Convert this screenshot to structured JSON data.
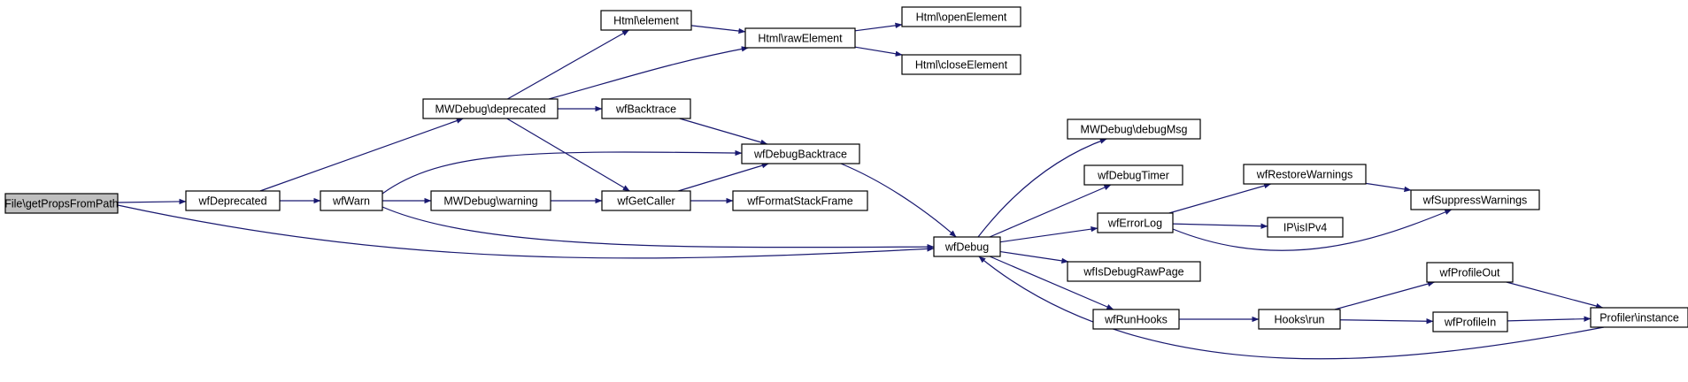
{
  "colors": {
    "edge": "#191970",
    "root_fill": "#bfbfbf",
    "node_fill": "#ffffff",
    "node_border": "#000000"
  },
  "nodes": [
    {
      "id": "getPropsFromPath",
      "label": "File\\getPropsFromPath",
      "root": true
    },
    {
      "id": "wfDeprecated",
      "label": "wfDeprecated"
    },
    {
      "id": "mwDeprecated",
      "label": "MWDebug\\deprecated"
    },
    {
      "id": "htmlElement",
      "label": "Html\\element"
    },
    {
      "id": "htmlRawElement",
      "label": "Html\\rawElement"
    },
    {
      "id": "htmlOpenElement",
      "label": "Html\\openElement"
    },
    {
      "id": "htmlCloseElement",
      "label": "Html\\closeElement"
    },
    {
      "id": "wfBacktrace",
      "label": "wfBacktrace"
    },
    {
      "id": "wfDebugBacktrace",
      "label": "wfDebugBacktrace"
    },
    {
      "id": "wfWarn",
      "label": "wfWarn"
    },
    {
      "id": "mwWarning",
      "label": "MWDebug\\warning"
    },
    {
      "id": "wfGetCaller",
      "label": "wfGetCaller"
    },
    {
      "id": "wfFormatStackFrame",
      "label": "wfFormatStackFrame"
    },
    {
      "id": "wfDebug",
      "label": "wfDebug"
    },
    {
      "id": "mwDebugMsg",
      "label": "MWDebug\\debugMsg"
    },
    {
      "id": "wfDebugTimer",
      "label": "wfDebugTimer"
    },
    {
      "id": "wfErrorLog",
      "label": "wfErrorLog"
    },
    {
      "id": "wfRestoreWarnings",
      "label": "wfRestoreWarnings"
    },
    {
      "id": "wfSuppressWarnings",
      "label": "wfSuppressWarnings"
    },
    {
      "id": "ipIsIPv4",
      "label": "IP\\isIPv4"
    },
    {
      "id": "wfIsDebugRawPage",
      "label": "wfIsDebugRawPage"
    },
    {
      "id": "wfRunHooks",
      "label": "wfRunHooks"
    },
    {
      "id": "hooksRun",
      "label": "Hooks\\run"
    },
    {
      "id": "wfProfileOut",
      "label": "wfProfileOut"
    },
    {
      "id": "wfProfileIn",
      "label": "wfProfileIn"
    },
    {
      "id": "profilerInstance",
      "label": "Profiler\\instance"
    }
  ],
  "edges": [
    {
      "from": "getPropsFromPath",
      "to": "wfDeprecated"
    },
    {
      "from": "getPropsFromPath",
      "to": "wfDebug"
    },
    {
      "from": "wfDeprecated",
      "to": "mwDeprecated"
    },
    {
      "from": "wfDeprecated",
      "to": "wfWarn"
    },
    {
      "from": "mwDeprecated",
      "to": "htmlElement"
    },
    {
      "from": "mwDeprecated",
      "to": "htmlRawElement"
    },
    {
      "from": "mwDeprecated",
      "to": "wfBacktrace"
    },
    {
      "from": "mwDeprecated",
      "to": "wfGetCaller"
    },
    {
      "from": "htmlElement",
      "to": "htmlRawElement"
    },
    {
      "from": "htmlRawElement",
      "to": "htmlOpenElement"
    },
    {
      "from": "htmlRawElement",
      "to": "htmlCloseElement"
    },
    {
      "from": "wfBacktrace",
      "to": "wfDebugBacktrace"
    },
    {
      "from": "wfWarn",
      "to": "wfDebugBacktrace"
    },
    {
      "from": "wfWarn",
      "to": "mwWarning"
    },
    {
      "from": "wfWarn",
      "to": "wfDebug"
    },
    {
      "from": "mwWarning",
      "to": "wfGetCaller"
    },
    {
      "from": "wfGetCaller",
      "to": "wfDebugBacktrace"
    },
    {
      "from": "wfGetCaller",
      "to": "wfFormatStackFrame"
    },
    {
      "from": "wfDebugBacktrace",
      "to": "wfDebug"
    },
    {
      "from": "wfDebug",
      "to": "mwDebugMsg"
    },
    {
      "from": "wfDebug",
      "to": "wfDebugTimer"
    },
    {
      "from": "wfDebug",
      "to": "wfErrorLog"
    },
    {
      "from": "wfDebug",
      "to": "wfIsDebugRawPage"
    },
    {
      "from": "wfDebug",
      "to": "wfRunHooks"
    },
    {
      "from": "wfErrorLog",
      "to": "wfRestoreWarnings"
    },
    {
      "from": "wfErrorLog",
      "to": "ipIsIPv4"
    },
    {
      "from": "wfErrorLog",
      "to": "wfSuppressWarnings"
    },
    {
      "from": "wfRestoreWarnings",
      "to": "wfSuppressWarnings"
    },
    {
      "from": "wfRunHooks",
      "to": "hooksRun"
    },
    {
      "from": "hooksRun",
      "to": "wfProfileOut"
    },
    {
      "from": "hooksRun",
      "to": "wfProfileIn"
    },
    {
      "from": "wfProfileOut",
      "to": "profilerInstance"
    },
    {
      "from": "wfProfileIn",
      "to": "profilerInstance"
    },
    {
      "from": "profilerInstance",
      "to": "wfDebug"
    }
  ]
}
